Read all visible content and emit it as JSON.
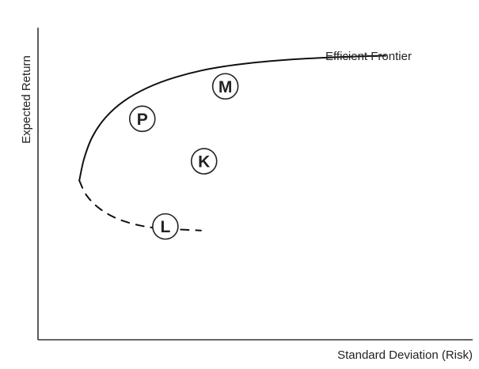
{
  "chart_data": {
    "type": "line",
    "title": "",
    "xlabel": "Standard Deviation (Risk)",
    "ylabel": "Expected Return",
    "xlim": [
      0,
      100
    ],
    "ylim": [
      0,
      100
    ],
    "grid": false,
    "axis_ticks": "none",
    "series": [
      {
        "name": "Efficient Frontier",
        "style": "solid",
        "x": [
          9.5,
          10.6,
          12.5,
          15.6,
          19.8,
          25.1,
          31.6,
          39.5,
          49.1,
          60.6,
          74.0,
          80.0
        ],
        "y": [
          51.0,
          58.0,
          65.0,
          71.3,
          76.5,
          80.7,
          84.1,
          86.8,
          88.7,
          90.0,
          90.8,
          91.0
        ]
      },
      {
        "name": "",
        "style": "dashed",
        "x": [
          9.5,
          11.2,
          14.2,
          18.4,
          23.5,
          28.4,
          37.5
        ],
        "y": [
          51.0,
          46.2,
          42.0,
          38.7,
          36.6,
          35.7,
          35.0
        ]
      }
    ],
    "points": [
      {
        "label": "M",
        "x": 43.1,
        "y": 81.2
      },
      {
        "label": "P",
        "x": 24.0,
        "y": 70.8
      },
      {
        "label": "K",
        "x": 38.2,
        "y": 57.2
      },
      {
        "label": "L",
        "x": 29.3,
        "y": 36.3
      }
    ],
    "annotations": [
      {
        "text": "Efficient Frontier",
        "near_series": "Efficient Frontier"
      }
    ]
  }
}
